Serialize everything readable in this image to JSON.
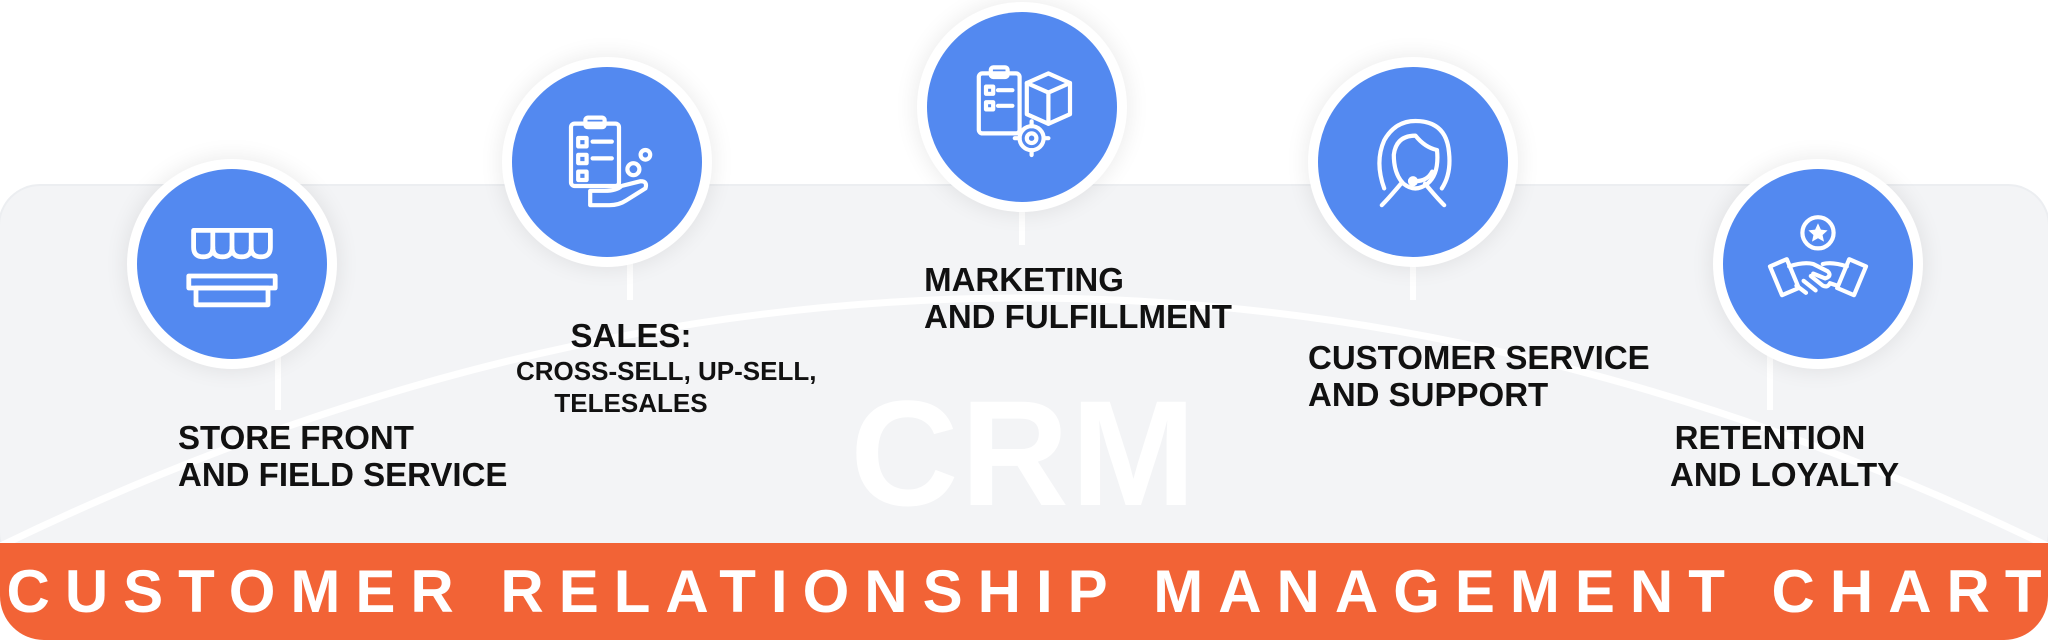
{
  "center_label": "CRM",
  "banner_title": "CUSTOMER RELATIONSHIP MANAGEMENT CHART",
  "colors": {
    "node_fill": "#5389f0",
    "banner_fill": "#f26336",
    "panel_fill": "#f3f4f6"
  },
  "stages": [
    {
      "icon": "storefront-icon",
      "lines": [
        "STORE FRONT",
        "AND FIELD SERVICE"
      ]
    },
    {
      "icon": "clipboard-hand-icon",
      "lines": [
        "SALES:",
        "CROSS-SELL, UP-SELL,",
        "TELESALES"
      ]
    },
    {
      "icon": "clipboard-box-gear-icon",
      "lines": [
        "MARKETING",
        "AND FULFILLMENT"
      ]
    },
    {
      "icon": "support-agent-headset-icon",
      "lines": [
        "CUSTOMER SERVICE",
        "AND SUPPORT"
      ]
    },
    {
      "icon": "handshake-star-icon",
      "lines": [
        "RETENTION",
        "AND LOYALTY"
      ]
    }
  ]
}
